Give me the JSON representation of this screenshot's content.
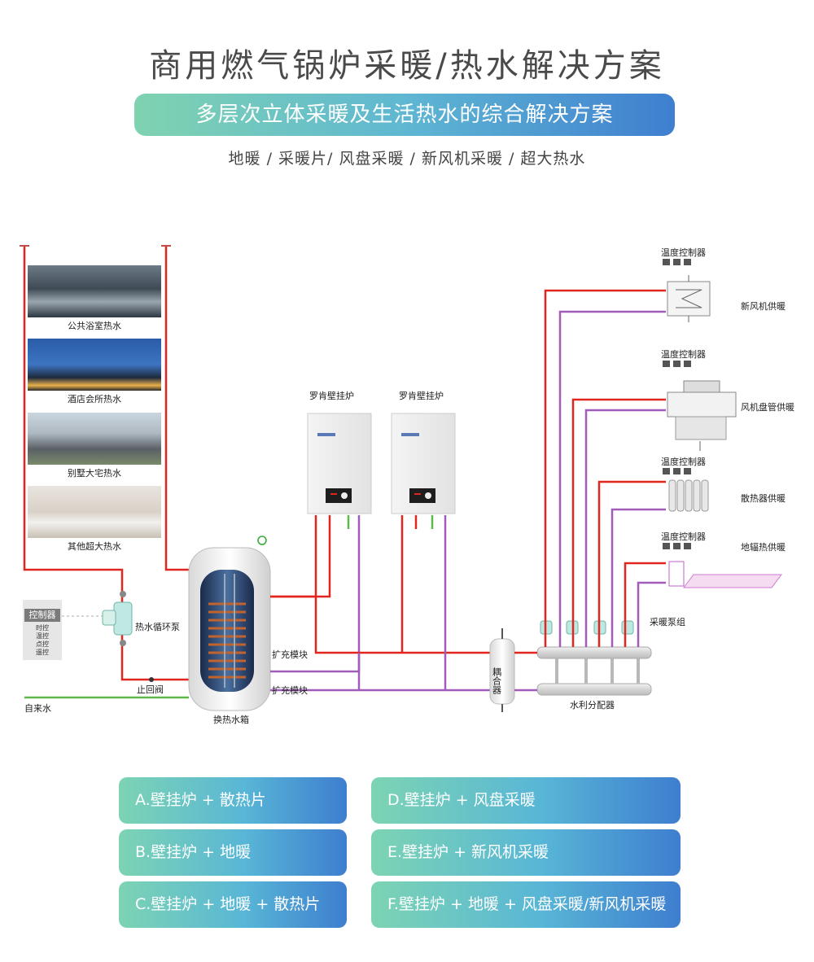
{
  "header": {
    "title": "商用燃气锅炉采暖/热水解决方案",
    "banner": "多层次立体采暖及生活热水的综合解决方案",
    "subtitle": "地暖 / 采暖片/ 风盘采暖 / 新风机采暖 / 超大热水"
  },
  "hot_water_uses": [
    {
      "label": "公共浴室热水"
    },
    {
      "label": "酒店会所热水"
    },
    {
      "label": "别墅大宅热水"
    },
    {
      "label": "其他超大热水"
    }
  ],
  "controller": {
    "title": "控制器",
    "modes": [
      "时控",
      "温控",
      "点控",
      "遥控"
    ]
  },
  "components": {
    "circulation_pump": "热水循环泵",
    "check_valve": "止回阀",
    "tap_water": "自来水",
    "tank": "换热水箱",
    "expansion_1": "扩充模块",
    "expansion_2": "扩充模块",
    "boiler_1": "罗肯壁挂炉",
    "boiler_2": "罗肯壁挂炉",
    "coupler": "耦合器",
    "distributor": "水利分配器",
    "pump_group": "采暖泵组"
  },
  "terminals": [
    {
      "controller_label": "温度控制器",
      "label": "新风机供暖"
    },
    {
      "controller_label": "温度控制器",
      "label": "风机盘管供暖"
    },
    {
      "controller_label": "温度控制器",
      "label": "散热器供暖"
    },
    {
      "controller_label": "温度控制器",
      "label": "地辐热供暖"
    }
  ],
  "options": [
    {
      "label": "A.壁挂炉 + 散热片"
    },
    {
      "label": "D.壁挂炉 + 风盘采暖"
    },
    {
      "label": "B.壁挂炉 + 地暖"
    },
    {
      "label": "E.壁挂炉 + 新风机采暖"
    },
    {
      "label": "C.壁挂炉 + 地暖 + 散热片"
    },
    {
      "label": "F.壁挂炉 + 地暖 + 风盘采暖/新风机采暖"
    }
  ],
  "colors": {
    "supply_pipe": "#e0261f",
    "return_pipe": "#a05cb8",
    "tap_water_pipe": "#5cb94a",
    "banner_start": "#7fd3b0",
    "banner_end": "#3f7fd0"
  }
}
